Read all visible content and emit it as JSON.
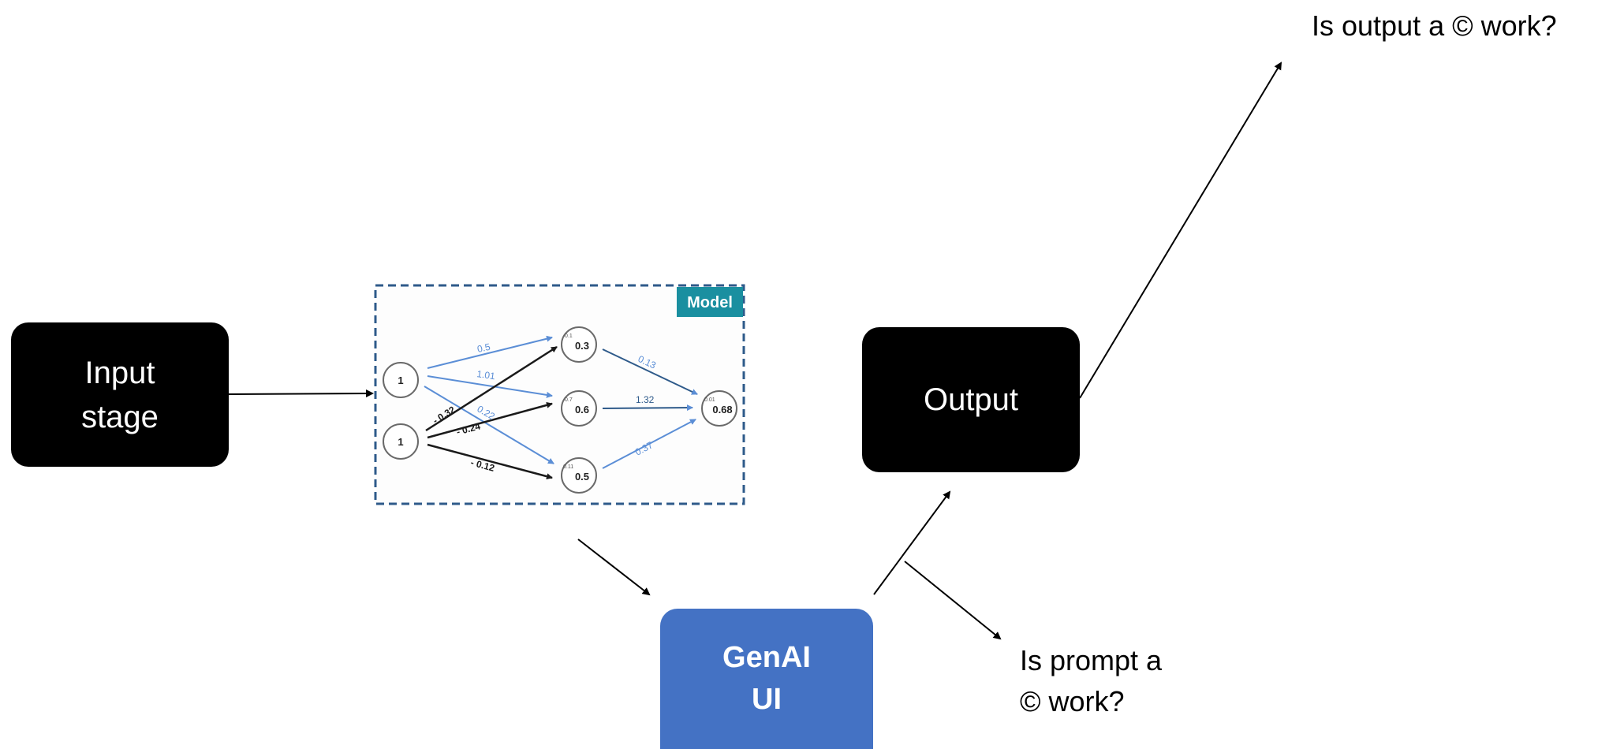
{
  "nodes": {
    "input": "Input\nstage",
    "output": "Output",
    "genai": "GenAI\nUI"
  },
  "questions": {
    "output_copyright": "Is output a © work?",
    "prompt_copyright": "Is prompt a\n© work?"
  },
  "model_panel": {
    "tag": "Model",
    "input_nodes": [
      "1",
      "1"
    ],
    "hidden_nodes": [
      {
        "bias": "0.1",
        "value": "0.3"
      },
      {
        "bias": "0.7",
        "value": "0.6"
      },
      {
        "bias": "0.11",
        "value": "0.5"
      }
    ],
    "output_node": {
      "bias": "0.01",
      "value": "0.68"
    },
    "weights": {
      "i1_h1": "0.5",
      "i1_h2": "1.01",
      "i1_h3": "0.22",
      "i2_h1": "- 0.32",
      "i2_h2": "- 0.24",
      "i2_h3": "- 0.12",
      "h1_o": "0.13",
      "h2_o": "1.32",
      "h3_o": "0.37"
    }
  },
  "colors": {
    "box_dark": "#000000",
    "genai_blue": "#4472c4",
    "model_tag": "#1a8fa0",
    "dash_border": "#2e5a8a",
    "edge_blue": "#5b8ed6",
    "edge_dark": "#1a1a1a"
  }
}
